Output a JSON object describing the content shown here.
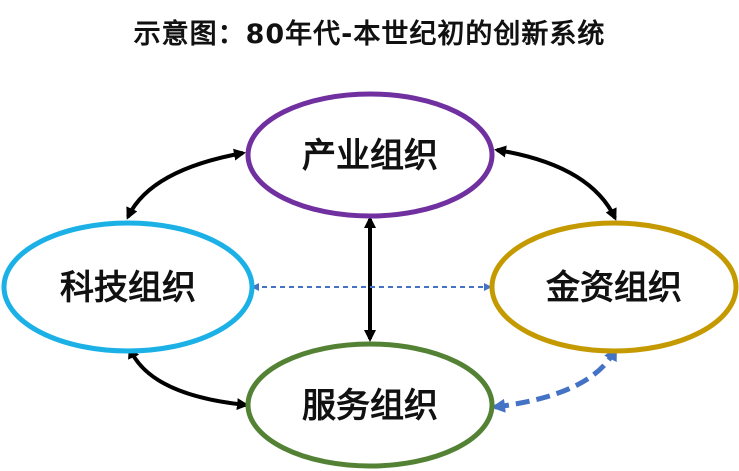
{
  "title": "示意图：80年代-本世纪初的创新系统",
  "nodes": {
    "industry": {
      "label": "产业组织",
      "color": "#7030A0"
    },
    "technology": {
      "label": "科技组织",
      "color": "#1BB1E6"
    },
    "finance": {
      "label": "金资组织",
      "color": "#C49A00"
    },
    "service": {
      "label": "服务组织",
      "color": "#548235"
    }
  },
  "colors": {
    "solid_arrow": "#000000",
    "dashed_arrow": "#4472C4"
  }
}
